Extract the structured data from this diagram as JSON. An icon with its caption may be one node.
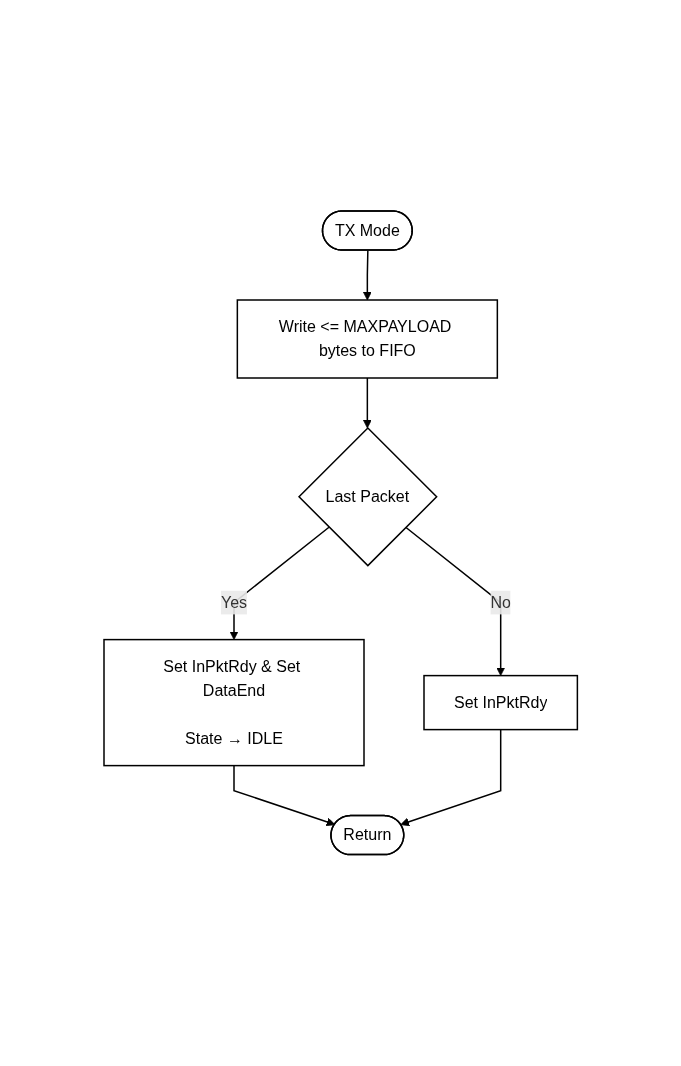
{
  "diagram": {
    "nodes": [
      {
        "text": [
          "TX Mode"
        ]
      },
      {
        "text": [
          "Write <= MAXPAYLOAD bytes to FIFO"
        ]
      },
      {
        "text": [
          "Last Packet"
        ]
      },
      {
        "text": [
          "Set InPktRdy"
        ]
      },
      {
        "text": [
          "Set InPktRdy & Set DataEnd",
          "State → IDLE"
        ]
      },
      {
        "text": [
          "Return"
        ]
      }
    ],
    "edges": [
      {
        "from": 0,
        "to": 1,
        "arrow": "to"
      },
      {
        "from": 1,
        "to": 2,
        "arrow": "to"
      },
      {
        "from": 2,
        "to": 3,
        "label": "No",
        "arrow": "to"
      },
      {
        "from": 2,
        "to": 4,
        "label": "Yes",
        "arrow": "to"
      },
      {
        "from": 4,
        "to": 5,
        "arrow": "to"
      },
      {
        "from": 3,
        "to": 5,
        "arrow": "to"
      }
    ]
  }
}
